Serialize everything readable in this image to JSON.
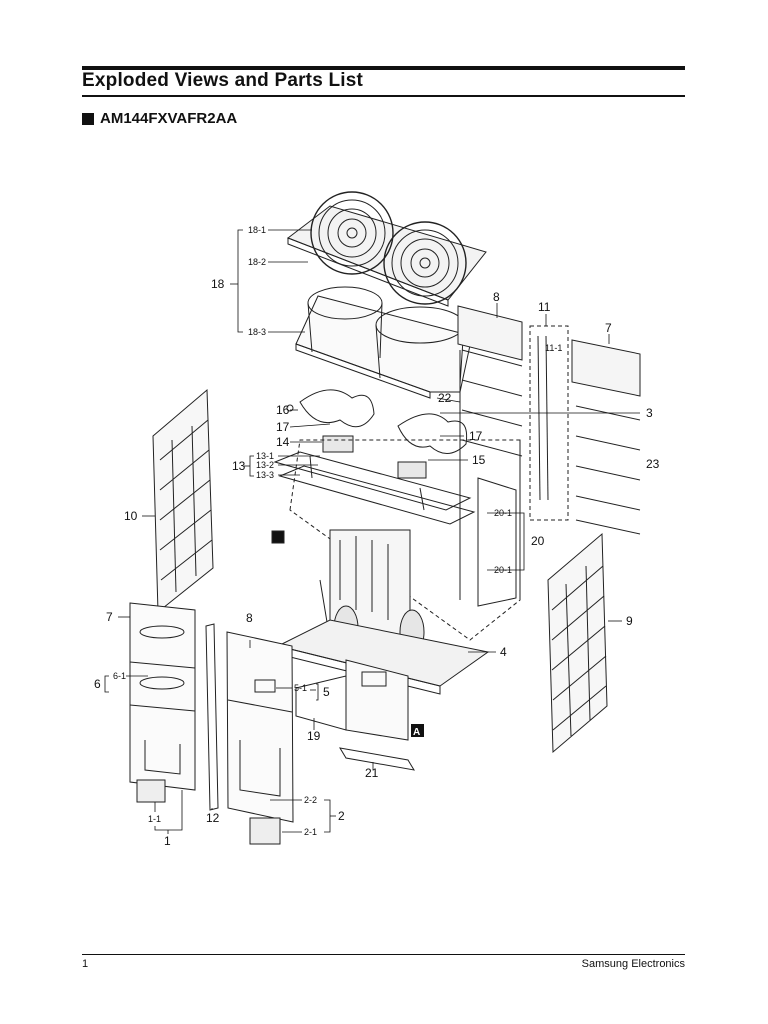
{
  "header": {
    "title": "Exploded Views and Parts List",
    "model": "AM144FXVAFR2AA"
  },
  "callouts": {
    "c1": "1",
    "c1_1": "1-1",
    "c2": "2",
    "c2_1": "2-1",
    "c2_2": "2-2",
    "c3": "3",
    "c4": "4",
    "c5": "5",
    "c5_1": "5-1",
    "c6": "6",
    "c6_1": "6-1",
    "c7a": "7",
    "c7b": "7",
    "c8a": "8",
    "c8b": "8",
    "c9": "9",
    "c10": "10",
    "c11": "11",
    "c11_1": "11-1",
    "c12": "12",
    "c13": "13",
    "c13_1": "13-1",
    "c13_2": "13-2",
    "c13_3": "13-3",
    "c14": "14",
    "c15": "15",
    "c16": "16",
    "c17a": "17",
    "c17b": "17",
    "c18": "18",
    "c18_1": "18-1",
    "c18_2": "18-2",
    "c18_3": "18-3",
    "c19": "19",
    "c20": "20",
    "c20_1a": "20-1",
    "c20_1b": "20-1",
    "c21": "21",
    "c22": "22",
    "c23": "23",
    "markerA": "A"
  },
  "footer": {
    "page": "1",
    "company": "Samsung Electronics"
  }
}
